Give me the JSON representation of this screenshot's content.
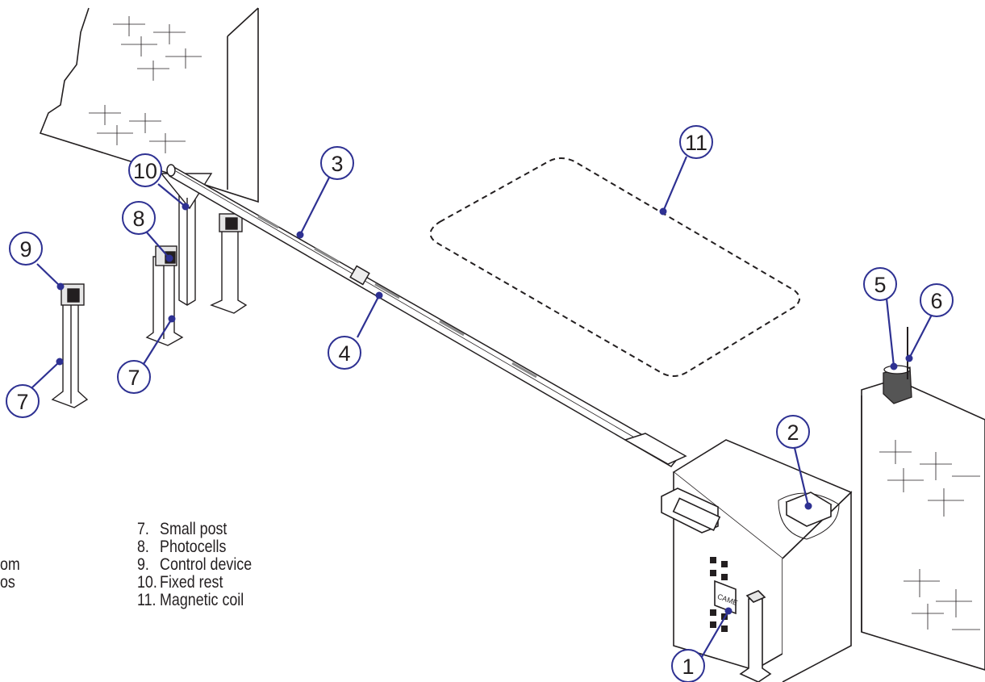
{
  "callouts": [
    "1",
    "2",
    "3",
    "4",
    "5",
    "6",
    "7",
    "7",
    "8",
    "9",
    "10",
    "11"
  ],
  "legend": [
    {
      "num": "7.",
      "text": "Small post"
    },
    {
      "num": "8.",
      "text": "Photocells"
    },
    {
      "num": "9.",
      "text": "Control device"
    },
    {
      "num": "10.",
      "text": "Fixed rest"
    },
    {
      "num": "11.",
      "text": "Magnetic coil"
    }
  ],
  "clipped_legend": [
    "om",
    "os"
  ],
  "brand_mark": "CAME",
  "colors": {
    "line": "#231f20",
    "callout_marker": "#2e3192",
    "background": "#ffffff"
  }
}
